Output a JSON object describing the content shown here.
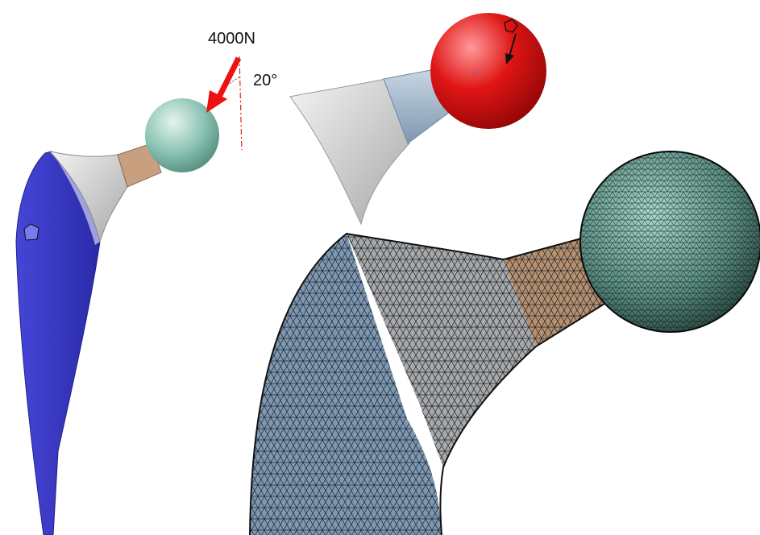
{
  "load": {
    "force_label": "4000N",
    "angle_label": "20°",
    "arrow_color": "#ee1111"
  },
  "colors": {
    "stem_blue": "#3a3ac8",
    "neck_collar_grey": "#b9b9b9",
    "taper_tan": "#c9a07f",
    "head_teal": "#8cc4b4",
    "head_red": "#e01515",
    "neck_steel_blue": "#9db1c7",
    "mesh_bone_blue": "#7f98b2",
    "mesh_grey": "#a9a9a9",
    "mesh_tan": "#b8906e",
    "mesh_head_teal": "#3f6b63"
  },
  "panels": {
    "left": "loaded-hip-implant-model",
    "top_right": "constrained-head-model",
    "bottom_right": "finite-element-mesh-model"
  }
}
